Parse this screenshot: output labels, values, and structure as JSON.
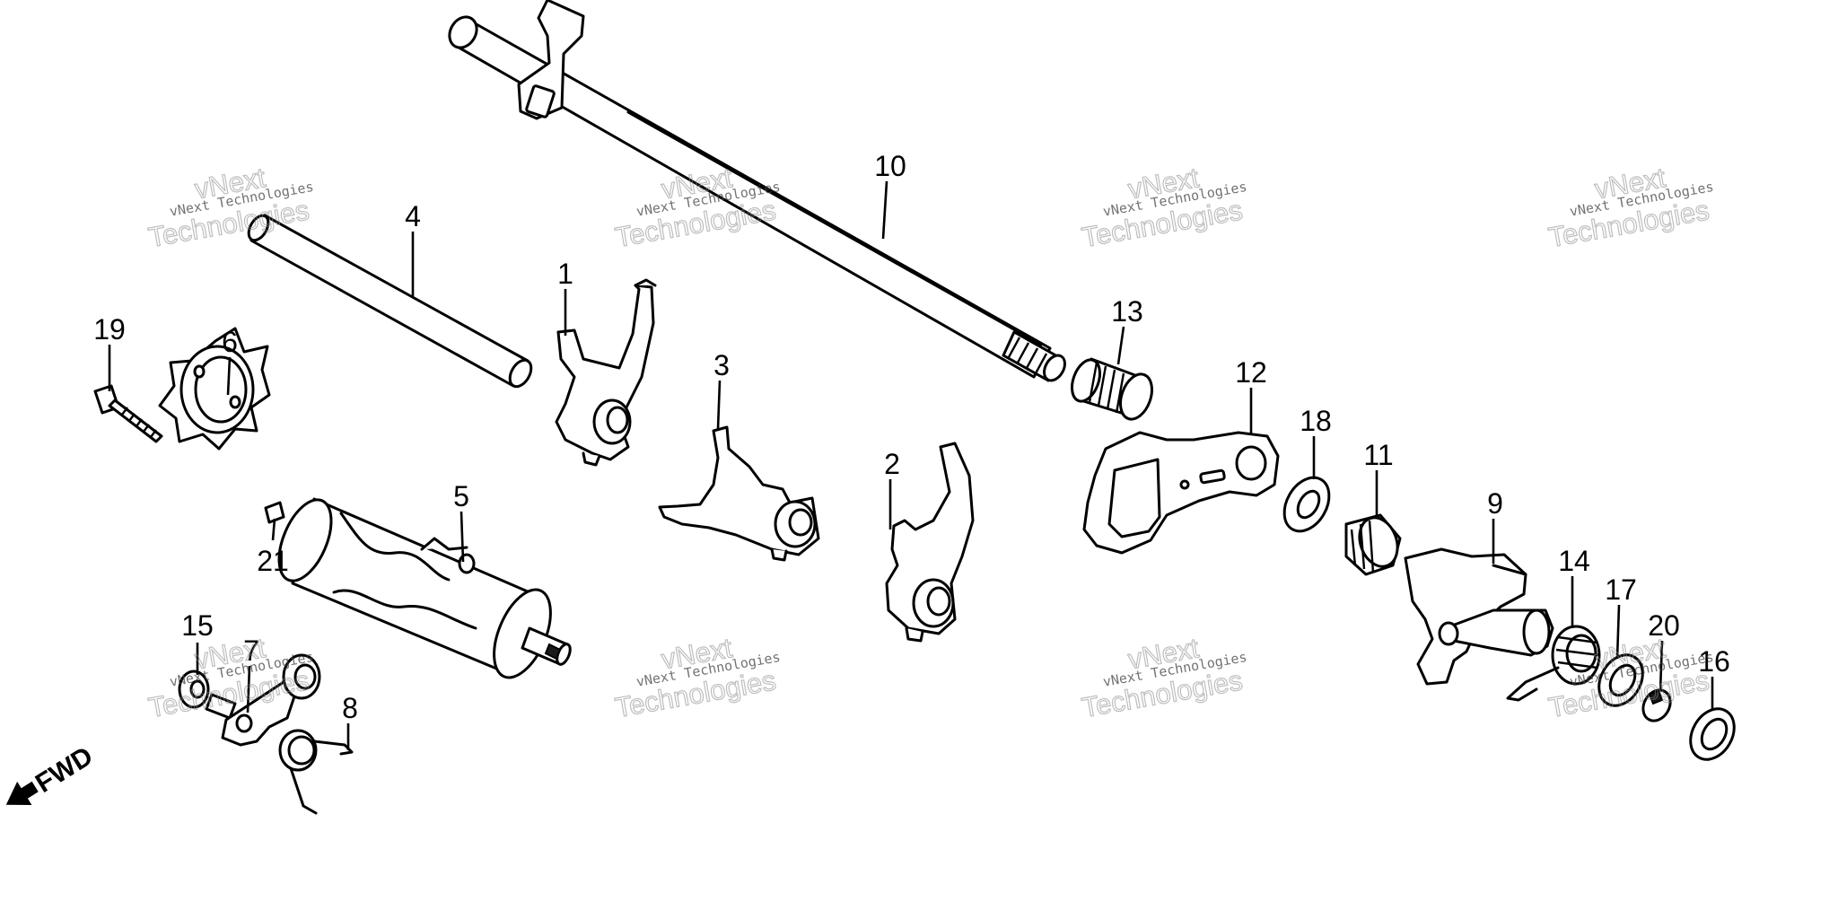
{
  "callouts": [
    {
      "id": "1",
      "label": "1"
    },
    {
      "id": "2",
      "label": "2"
    },
    {
      "id": "3",
      "label": "3"
    },
    {
      "id": "4",
      "label": "4"
    },
    {
      "id": "5",
      "label": "5"
    },
    {
      "id": "6",
      "label": "6"
    },
    {
      "id": "7",
      "label": "7"
    },
    {
      "id": "8",
      "label": "8"
    },
    {
      "id": "9",
      "label": "9"
    },
    {
      "id": "10",
      "label": "10"
    },
    {
      "id": "11",
      "label": "11"
    },
    {
      "id": "12",
      "label": "12"
    },
    {
      "id": "13",
      "label": "13"
    },
    {
      "id": "14",
      "label": "14"
    },
    {
      "id": "15",
      "label": "15"
    },
    {
      "id": "16",
      "label": "16"
    },
    {
      "id": "17",
      "label": "17"
    },
    {
      "id": "18",
      "label": "18"
    },
    {
      "id": "19",
      "label": "19"
    },
    {
      "id": "20",
      "label": "20"
    },
    {
      "id": "21",
      "label": "21"
    }
  ],
  "watermark": {
    "line1": "vNext Technologies",
    "line2": "vNext",
    "line3": "Technologies"
  },
  "direction_indicator": {
    "label": "FWD",
    "icon": "arrow-left-down-icon"
  },
  "colors": {
    "line": "#000000",
    "background": "#ffffff",
    "watermark": "#8a8a8a"
  }
}
